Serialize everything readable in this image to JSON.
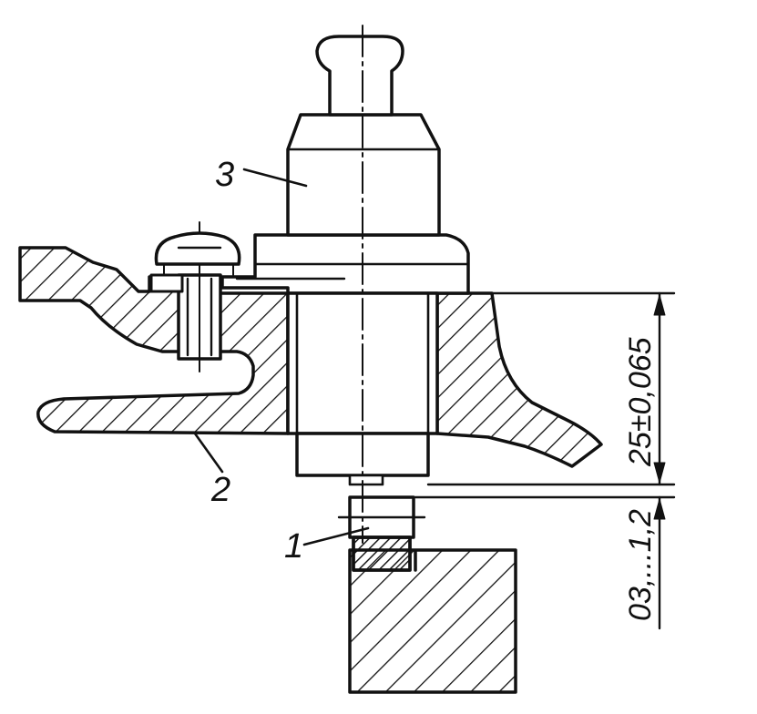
{
  "labels": {
    "part_1": "1",
    "part_2": "2",
    "part_3": "3"
  },
  "dimensions": {
    "height": "25±0,065",
    "gap": "03,...1,2"
  },
  "colors": {
    "ink": "#111111",
    "paper": "#ffffff"
  }
}
